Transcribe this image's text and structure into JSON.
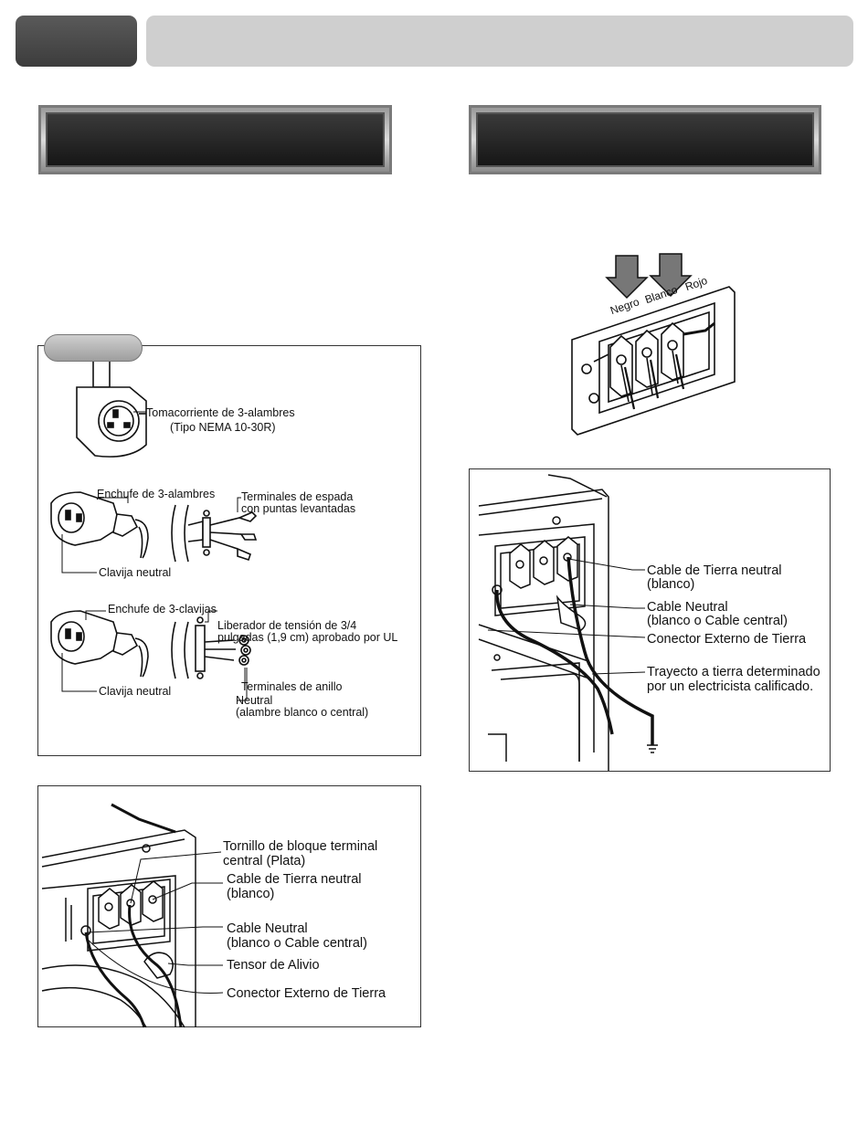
{
  "plug_diagram": {
    "receptacle_label_1": "Tomacorriente de 3-alambres",
    "receptacle_label_2": "(Tipo NEMA 10-30R)",
    "plug3w_label": "Enchufe de 3-alambres",
    "spade_label_1": "Terminales de espada",
    "spade_label_2": "con puntas levantadas",
    "neutral_pin_label_1": "Clavija neutral",
    "plug3p_label": "Enchufe de 3-clavijas",
    "strain_label_1": "Liberador de tensión de 3/4",
    "strain_label_2": "pulgadas (1,9 cm) aprobado por UL",
    "ring_label": "Terminales de anillo",
    "neutral_pin_label_2": "Clavija neutral",
    "neutral_wire_label_1": "Neutral",
    "neutral_wire_label_2": "(alambre blanco o central)"
  },
  "terminal_block": {
    "wire_black": "Negro",
    "wire_white": "Blanco",
    "wire_red": "Rojo"
  },
  "ground_diagram": {
    "neutral_ground_1": "Cable de Tierra neutral",
    "neutral_ground_2": "(blanco)",
    "neutral_cable_1": "Cable Neutral",
    "neutral_cable_2": "(blanco o  Cable central)",
    "external_ground": "Conector Externo de Tierra",
    "path_1": "Trayecto a tierra determinado",
    "path_2": "por un electricista calificado."
  },
  "terminal_diagram": {
    "screw_1": "Tornillo de bloque terminal",
    "screw_2": "central (Plata)",
    "neutral_ground_1": "Cable de Tierra neutral",
    "neutral_ground_2": "(blanco)",
    "neutral_cable_1": "Cable Neutral",
    "neutral_cable_2": "(blanco o  Cable central)",
    "strain_relief": "Tensor de Alivio",
    "external_ground": "Conector Externo de Tierra"
  }
}
